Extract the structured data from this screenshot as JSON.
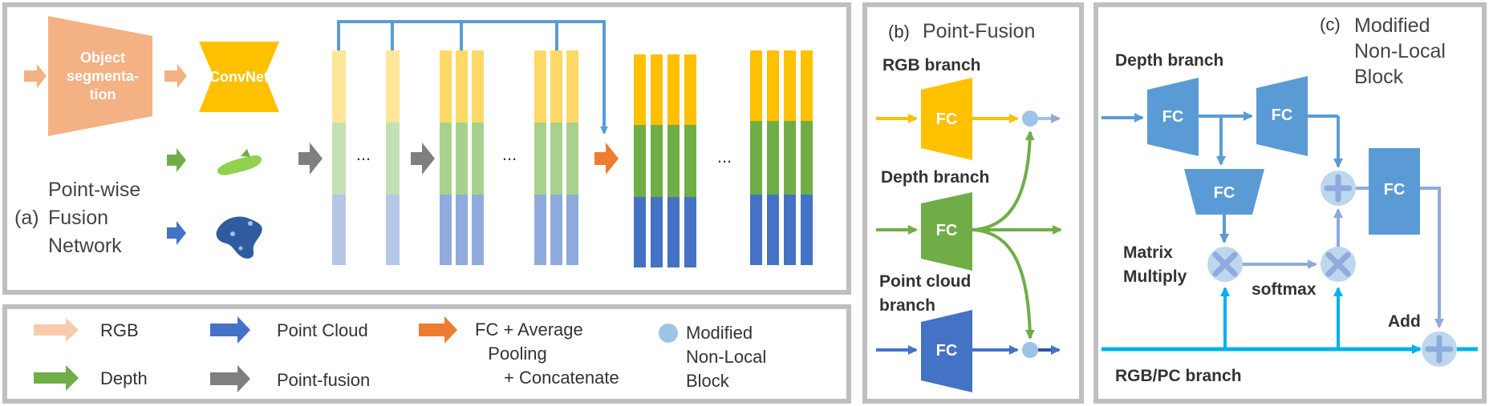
{
  "panel_a": {
    "label_a": "(a)",
    "title_line1": "Point-wise",
    "title_line2": "Fusion",
    "title_line3": "Network",
    "seg_line1": "Object",
    "seg_line2": "segmenta-",
    "seg_line3": "tion",
    "convnet": "ConvNet",
    "ellipsis": "..."
  },
  "legend": {
    "rgb": "RGB",
    "depth": "Depth",
    "point_cloud": "Point Cloud",
    "point_fusion": "Point-fusion",
    "fc_line1": "FC + Average",
    "fc_line2": "Pooling",
    "fc_line3": "+ Concatenate",
    "nl_line1": "Modified",
    "nl_line2": "Non-Local",
    "nl_line3": "Block"
  },
  "panel_b": {
    "title_label": "(b)",
    "title": "Point-Fusion",
    "rgb_branch": "RGB branch",
    "depth_branch": "Depth branch",
    "pc_line1": "Point cloud",
    "pc_line2": "branch",
    "fc": "FC"
  },
  "panel_c": {
    "title_label": "(c)",
    "title_line1": "Modified",
    "title_line2": "Non-Local",
    "title_line3": "Block",
    "depth_branch": "Depth branch",
    "matrix_line1": "Matrix",
    "matrix_line2": "Multiply",
    "softmax": "softmax",
    "add": "Add",
    "rgbpc_branch": "RGB/PC branch",
    "fc": "FC"
  },
  "colors": {
    "rgb": "#FFC000",
    "rgb_light": "#F4B183",
    "depth": "#70AD47",
    "pc": "#4472C4",
    "pc_light": "#9DC3E6",
    "fusion": "#7F7F7F",
    "fc_concat": "#ED7D31",
    "nl_blue": "#5B9BD5",
    "line_blue": "#00B0F0",
    "frame": "#BFBFBF"
  }
}
